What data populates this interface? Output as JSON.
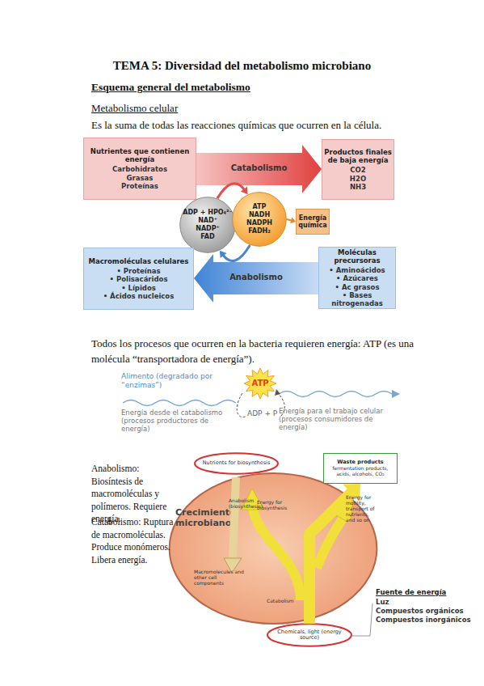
{
  "diagram": {
    "title": "TEMA 5: Diversidad del metabolismo microbiano",
    "nodes": [
      {
        "text": [
          "Nutrientes que contienen energía",
          "Carbohidratos",
          "Grasas",
          "Proteínas"
        ]
      },
      {
        "text": [
          "Productos finales de baja energía",
          "CO2",
          "H2O",
          "NH3"
        ]
      },
      {
        "text": [
          "ADP + HPO₄²⁻",
          "NAD⁺",
          "NADP⁺",
          "FAD"
        ]
      },
      {
        "text": [
          "ATP",
          "NADH",
          "NADPH",
          "FADH₂"
        ]
      },
      {
        "text": [
          "Energía química"
        ]
      },
      {
        "text": [
          "Macromoléculas celulares",
          "• Proteínas",
          "• Polisacáridos",
          "• Lípidos",
          "• Ácidos nucleicos"
        ]
      },
      {
        "text": [
          "Moléculas precursoras",
          "• Aminoácidos",
          "• Azúcares",
          "• Ac grasos",
          "• Bases nitrogenadas"
        ]
      },
      {
        "text": [
          "ATP"
        ]
      },
      {
        "text": [
          "Crecimiento microbiano"
        ]
      },
      {
        "text": [
          "Nutrients for biosynthesis"
        ]
      },
      {
        "text": [
          "Waste products",
          "fermentation products, acids, alcohols, CO₂"
        ]
      },
      {
        "text": [
          "Chemicals, light (energy source)"
        ]
      }
    ],
    "edges": [
      {
        "from": 0,
        "to": 1,
        "label": "Catabolismo",
        "arrow": "to"
      },
      {
        "from": 6,
        "to": 5,
        "label": "Anabolismo",
        "arrow": "to"
      },
      {
        "from": 2,
        "to": 3,
        "arrow": "to"
      },
      {
        "from": 3,
        "to": 2,
        "arrow": "to"
      },
      {
        "from": 3,
        "to": 4,
        "arrow": "to"
      },
      {
        "from": 11,
        "to": 10,
        "arrow": "to"
      }
    ],
    "labels": [
      "Esquema general del metabolismo",
      "Metabolismo celular",
      "Es la suma de todas las reacciones químicas que ocurren en la célula.",
      "Todos los procesos que ocurren en la bacteria requieren energía: ATP (es una molécula “transportadora de energía”).",
      "Alimento (degradado por “enzimas”)",
      "Energía desde el catabolismo (procesos productores de energía)",
      "ADP + P",
      "Energía para el trabajo celular (procesos consumidores de energía)",
      "Anabolismo: Biosíntesis de macromoléculas y polímeros. Requiere energía.",
      "Catabolismo: Ruptura de macromoléculas. Produce monómeros. Libera energía.",
      "Anabolism (biosynthesis)",
      "Energy for biosynthesis",
      "Energy for motility, transport of nutrients, and so on",
      "Macromolecules and other cell components",
      "Catabolism",
      "Fuente de energía",
      "Luz",
      "Compuestos orgánicos",
      "Compuestos inorgánicos"
    ]
  }
}
